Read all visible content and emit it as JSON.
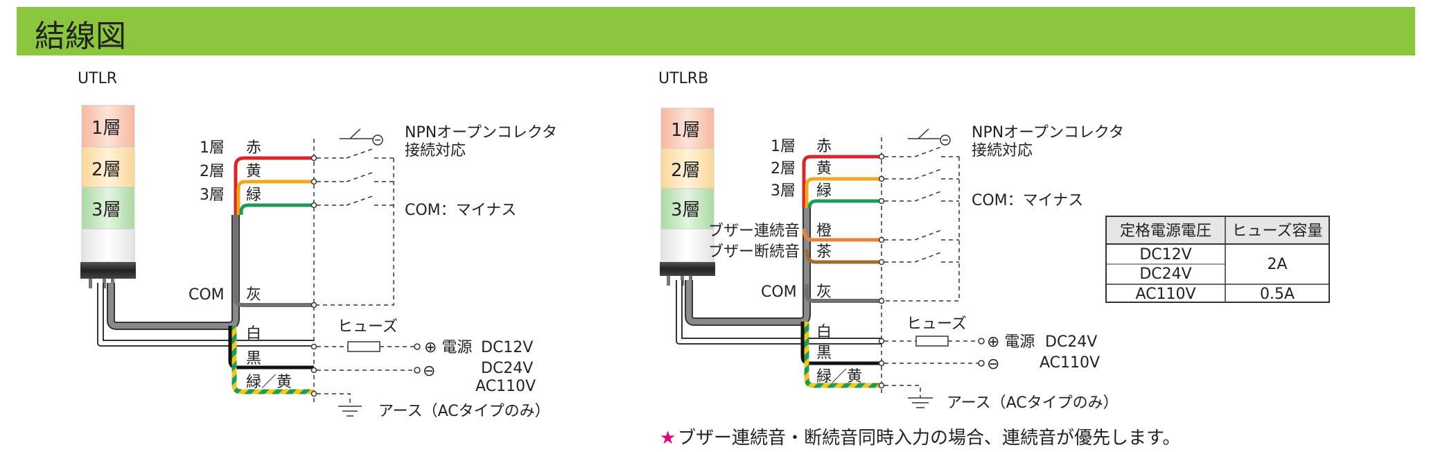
{
  "header": {
    "title": "結線図"
  },
  "left": {
    "model": "UTLR",
    "tiers": [
      "1層",
      "2層",
      "3層"
    ],
    "tier_labels": [
      "1層",
      "2層",
      "3層"
    ],
    "wire_colors": [
      "赤",
      "黄",
      "緑"
    ],
    "com_label": "COM",
    "com_wire": "灰",
    "npn_line1": "NPNオープンコレクタ",
    "npn_line2": "接続対応",
    "com_minus": "COM：マイナス",
    "fuse": "ヒューズ",
    "white": "白",
    "black": "黒",
    "green_yellow": "緑／黄",
    "power_label": "⊕ 電源",
    "power_v1": "DC12V",
    "power_v2": "DC24V",
    "power_v3": "AC110V",
    "minus": "⊖",
    "earth": "アース（ACタイプのみ）"
  },
  "right": {
    "model": "UTLRB",
    "tiers": [
      "1層",
      "2層",
      "3層"
    ],
    "tier_labels": [
      "1層",
      "2層",
      "3層"
    ],
    "wire_colors": [
      "赤",
      "黄",
      "緑"
    ],
    "buzzer_cont": "ブザー連続音",
    "buzzer_int": "ブザー断続音",
    "wire_orange": "橙",
    "wire_brown": "茶",
    "com_label": "COM",
    "com_wire": "灰",
    "npn_line1": "NPNオープンコレクタ",
    "npn_line2": "接続対応",
    "com_minus": "COM：マイナス",
    "fuse": "ヒューズ",
    "white": "白",
    "black": "黒",
    "green_yellow": "緑／黄",
    "power_label": "⊕ 電源",
    "power_v1": "DC24V",
    "power_v2": "AC110V",
    "minus": "⊖",
    "earth": "アース（ACタイプのみ）"
  },
  "fuse_table": {
    "headers": [
      "定格電源電圧",
      "ヒューズ容量"
    ],
    "rows": [
      [
        "DC12V",
        "2A"
      ],
      [
        "DC24V",
        ""
      ],
      [
        "AC110V",
        "0.5A"
      ]
    ]
  },
  "footnote": {
    "star": "★",
    "text": "ブザー連続音・断続音同時入力の場合、連続音が優先します。"
  },
  "colors": {
    "header_green": "#8cc63f",
    "red": "#d9262b",
    "yellow": "#f0a81c",
    "green": "#1e9a5a",
    "gray": "#707070",
    "orange": "#e8823a",
    "brown": "#a86a2c",
    "black": "#111111",
    "star": "#e6007e"
  }
}
